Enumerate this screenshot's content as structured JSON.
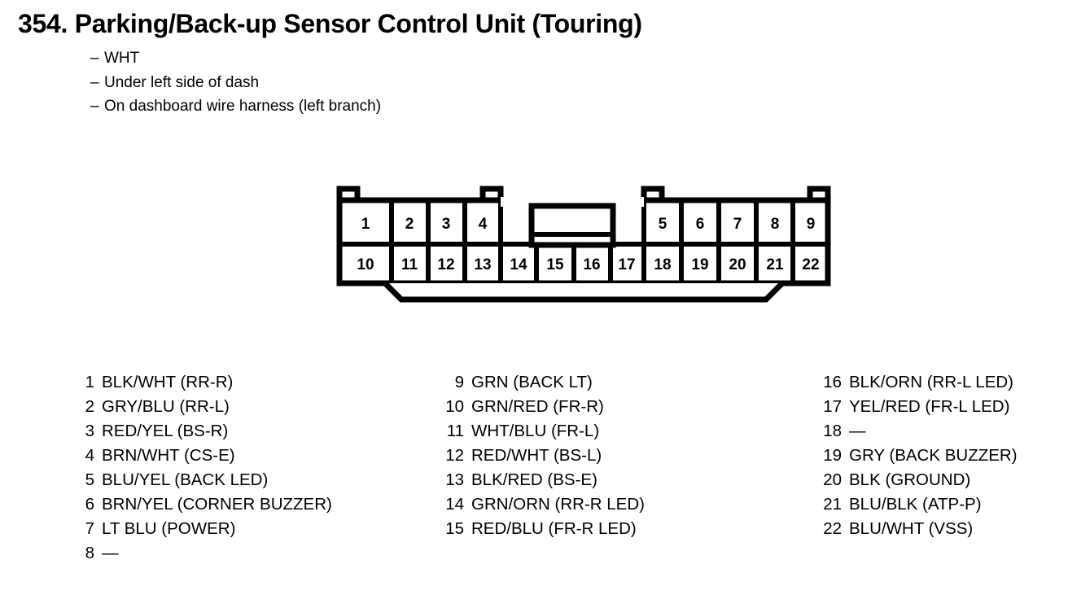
{
  "header": {
    "number": "354.",
    "title": "Parking/Back-up Sensor Control Unit (Touring)",
    "bullet_marker": "–",
    "bullets": [
      "WHT",
      "Under left side of dash",
      "On dashboard wire harness (left branch)"
    ]
  },
  "connector": {
    "name": "22-pin-connector",
    "top_row": [
      "1",
      "2",
      "3",
      "4",
      "",
      "",
      "5",
      "6",
      "7",
      "8",
      "9"
    ],
    "bottom_row": [
      "10",
      "11",
      "12",
      "13",
      "14",
      "15",
      "16",
      "17",
      "18",
      "19",
      "20",
      "21",
      "22"
    ],
    "blank_slot_label": "",
    "tab_count": 4,
    "line_color": "#000000",
    "fill_color": "#ffffff"
  },
  "pin_legend": {
    "columns": [
      {
        "name": "column-1",
        "rows": [
          {
            "pin": "1",
            "desc": "BLK/WHT (RR-R)"
          },
          {
            "pin": "2",
            "desc": "GRY/BLU (RR-L)"
          },
          {
            "pin": "3",
            "desc": "RED/YEL (BS-R)"
          },
          {
            "pin": "4",
            "desc": "BRN/WHT (CS-E)"
          },
          {
            "pin": "5",
            "desc": "BLU/YEL (BACK LED)"
          },
          {
            "pin": "6",
            "desc": "BRN/YEL (CORNER BUZZER)"
          },
          {
            "pin": "7",
            "desc": "LT BLU (POWER)"
          },
          {
            "pin": "8",
            "desc": "—"
          }
        ]
      },
      {
        "name": "column-2",
        "rows": [
          {
            "pin": "9",
            "desc": "GRN (BACK LT)"
          },
          {
            "pin": "10",
            "desc": "GRN/RED (FR-R)"
          },
          {
            "pin": "11",
            "desc": "WHT/BLU (FR-L)"
          },
          {
            "pin": "12",
            "desc": "RED/WHT (BS-L)"
          },
          {
            "pin": "13",
            "desc": "BLK/RED (BS-E)"
          },
          {
            "pin": "14",
            "desc": "GRN/ORN (RR-R LED)"
          },
          {
            "pin": "15",
            "desc": "RED/BLU (FR-R LED)"
          }
        ]
      },
      {
        "name": "column-3",
        "rows": [
          {
            "pin": "16",
            "desc": "BLK/ORN (RR-L LED)"
          },
          {
            "pin": "17",
            "desc": "YEL/RED (FR-L LED)"
          },
          {
            "pin": "18",
            "desc": "—"
          },
          {
            "pin": "19",
            "desc": "GRY (BACK BUZZER)"
          },
          {
            "pin": "20",
            "desc": "BLK (GROUND)"
          },
          {
            "pin": "21",
            "desc": "BLU/BLK (ATP-P)"
          },
          {
            "pin": "22",
            "desc": "BLU/WHT (VSS)"
          }
        ]
      }
    ]
  }
}
